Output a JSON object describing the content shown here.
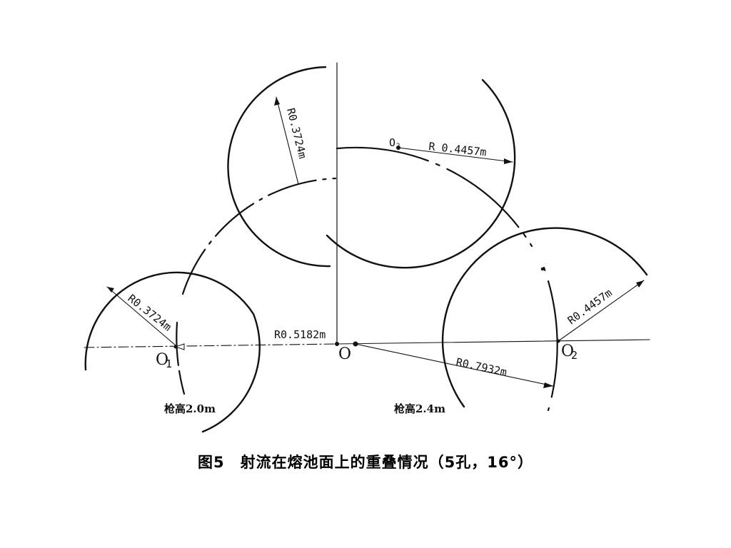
{
  "labels": {
    "r_left_upper": "R0.3724m",
    "r_left_lower": "R0.3724m",
    "r_right_upper": "R 0.4457m",
    "r_right_lower": "R0.4457m",
    "r_center": "R0.5182m",
    "r_large": "R0.7932m",
    "o_center": "O",
    "o1_main": "O",
    "o1_sub": "1",
    "o2_main": "O",
    "o2_sub": "2",
    "o2_top": "O",
    "o2_top_sub": "2",
    "gun_height_left": "枪高2.0m",
    "gun_height_right": "枪高2.4m"
  },
  "caption": "图5　射流在熔池面上的重叠情况（5孔，16°）"
}
